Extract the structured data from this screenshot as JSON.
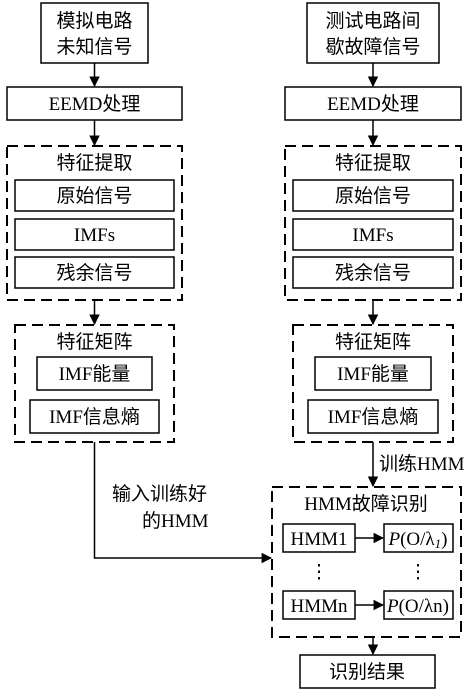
{
  "left": {
    "input_line1": "模拟电路",
    "input_line2": "未知信号",
    "eemd": "EEMD处理",
    "feature_title": "特征提取",
    "feature_items": [
      "原始信号",
      "IMFs",
      "残余信号"
    ],
    "matrix_title": "特征矩阵",
    "matrix_items": [
      "IMF能量",
      "IMF信息熵"
    ]
  },
  "right": {
    "input_line1": "测试电路间",
    "input_line2": "歇故障信号",
    "eemd": "EEMD处理",
    "feature_title": "特征提取",
    "feature_items": [
      "原始信号",
      "IMFs",
      "残余信号"
    ],
    "matrix_title": "特征矩阵",
    "matrix_items": [
      "IMF能量",
      "IMF信息熵"
    ]
  },
  "train_label": "训练HMM",
  "input_trained_line1": "输入训练好",
  "input_trained_line2": "的HMM",
  "hmm": {
    "title": "HMM故障识别",
    "model1": "HMM1",
    "modeln": "HMMn",
    "prob1_prefix": "P",
    "prob1_args": "(O/λ",
    "prob1_sub": "1",
    "prob1_close": ")",
    "probn_prefix": "P",
    "probn_args": "(O/λn)",
    "ellipsis": "⋮"
  },
  "result": "识别结果"
}
